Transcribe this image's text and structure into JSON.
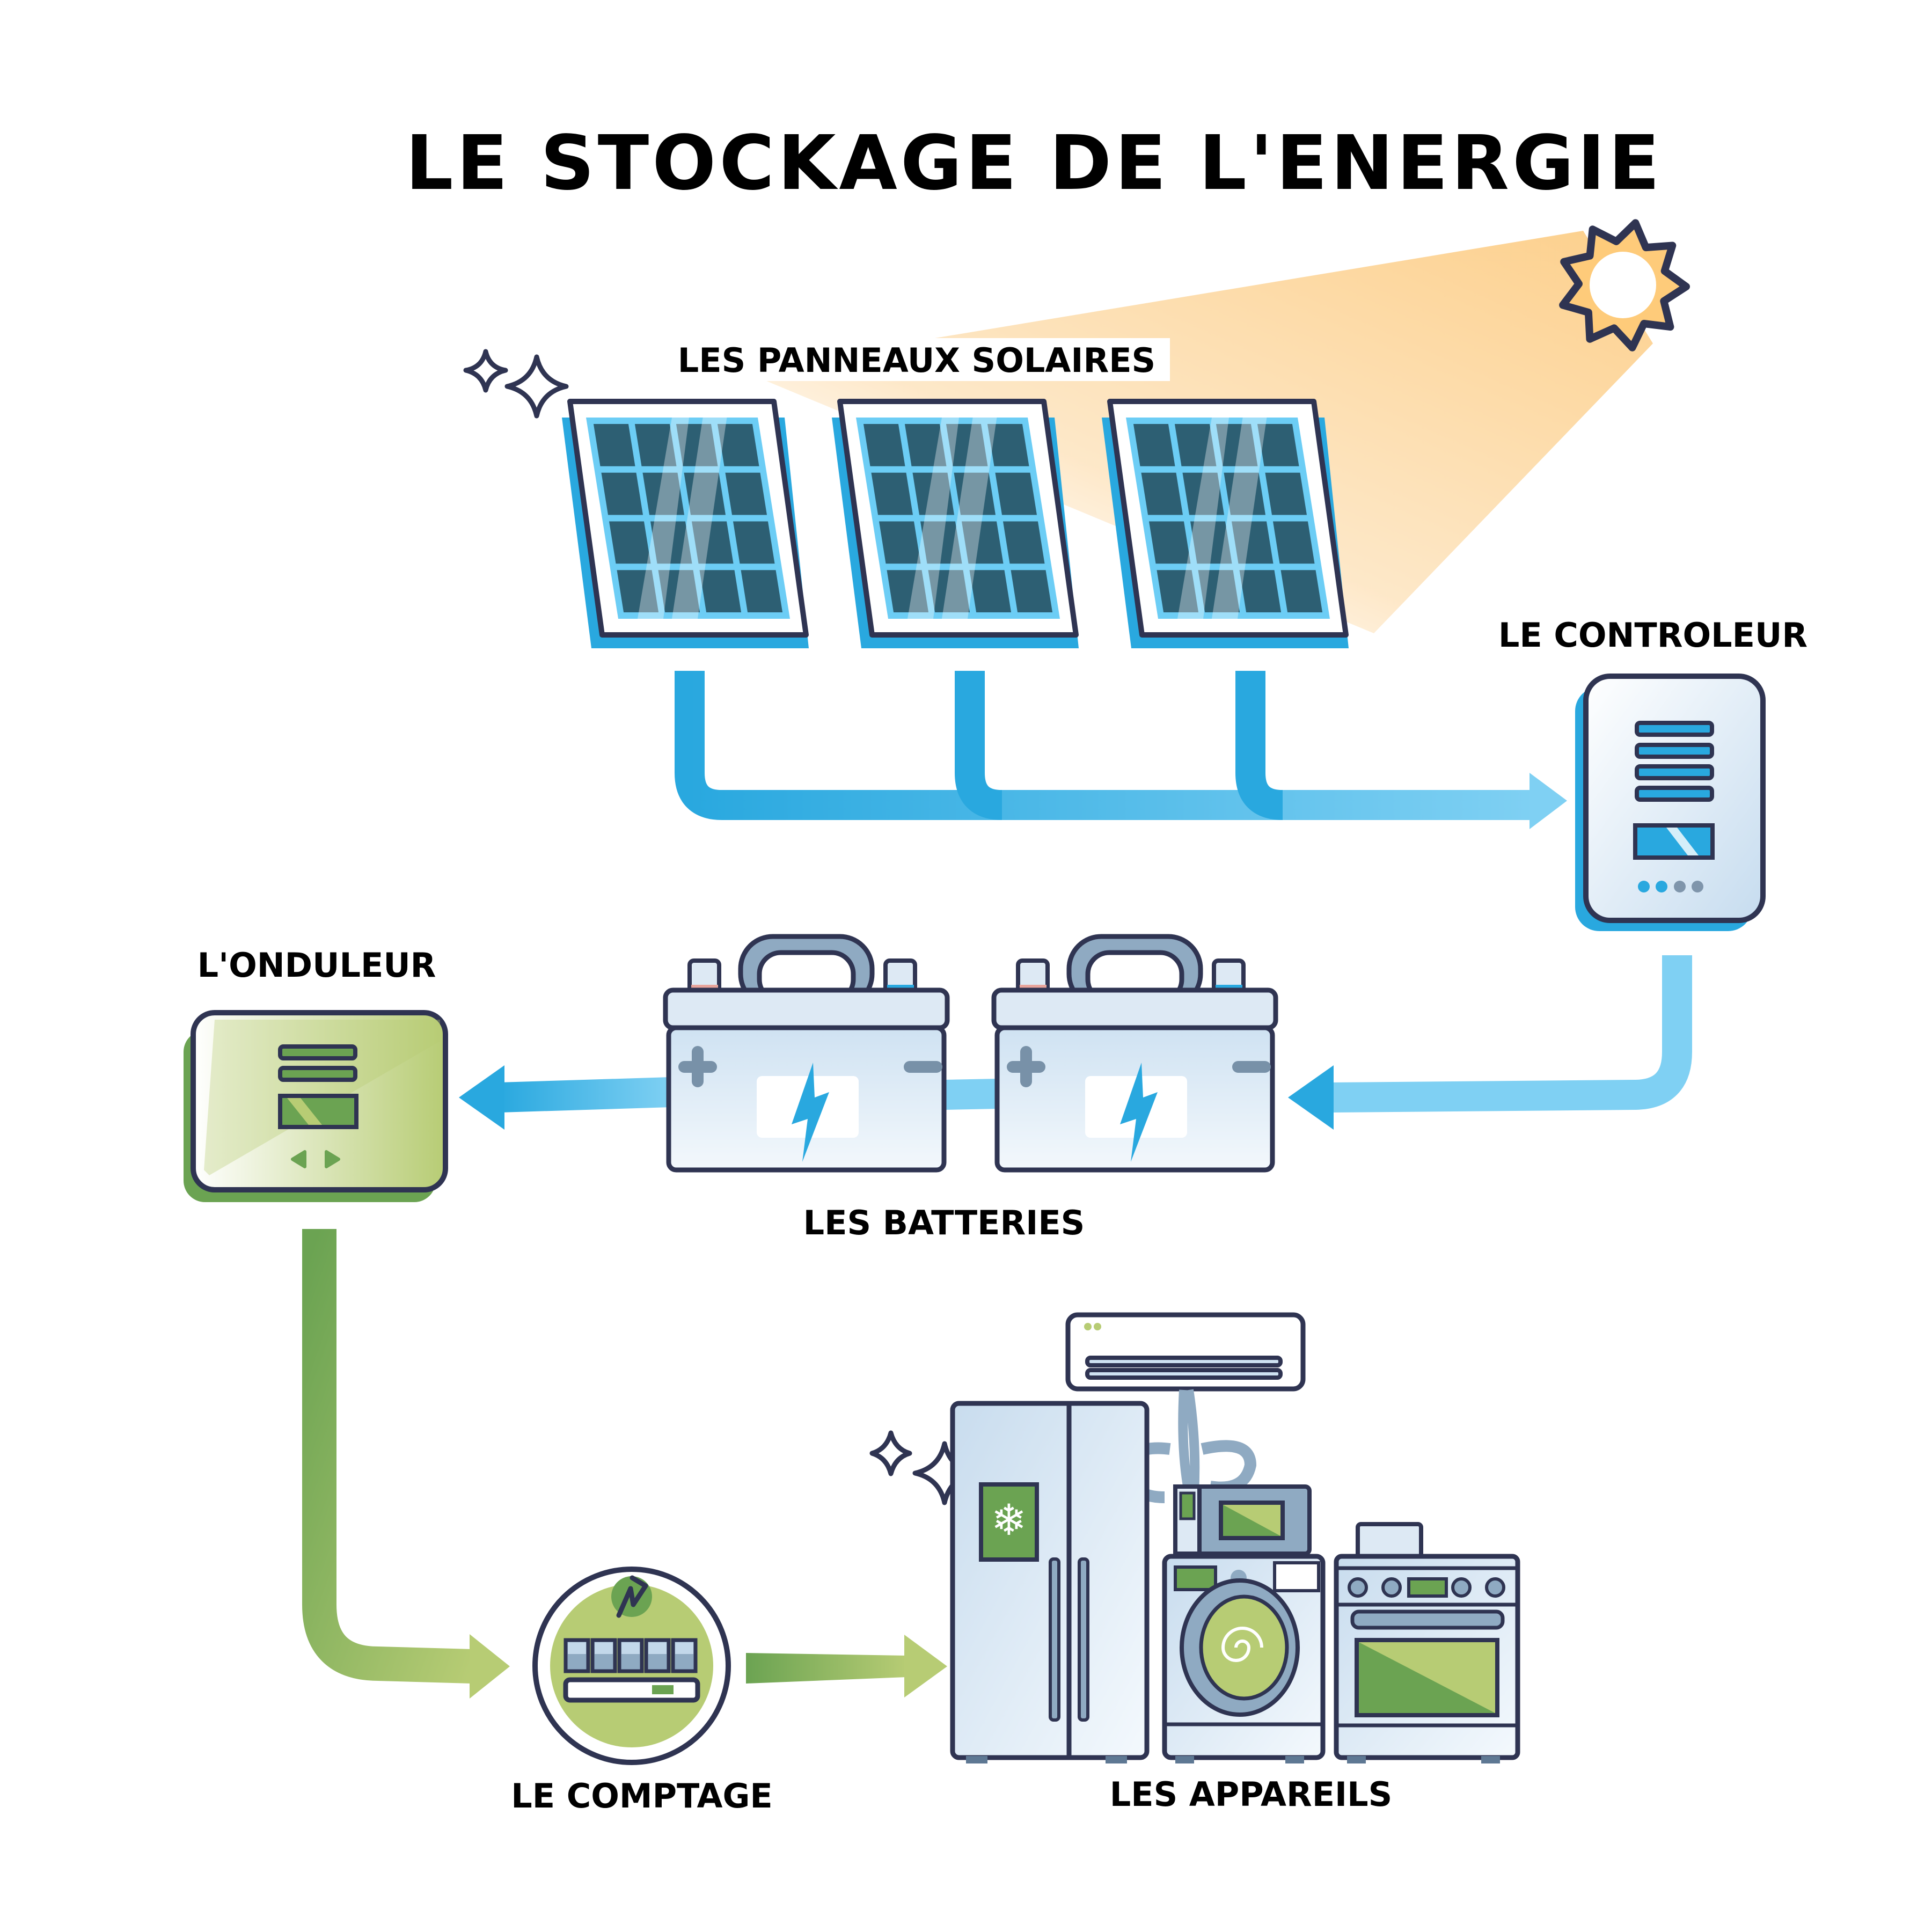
{
  "title": "LE STOCKAGE DE L'ENERGIE",
  "colors": {
    "outline": "#2f3452",
    "blue": "#29a8df",
    "light_blue": "#7fd0f3",
    "panel_cell": "#2d5f73",
    "green": "#6ba352",
    "light_green": "#b7cc74",
    "sun": "#fecb7a",
    "sun_ray": "#fde3b8",
    "appliance": "#d5e6f4",
    "grey_blue": "#8faac2"
  },
  "components": {
    "panels": {
      "label": "LES PANNEAUX SOLAIRES",
      "count": 3,
      "icon": "solar-panel-icon"
    },
    "controller": {
      "label": "LE CONTROLEUR",
      "icon": "charge-controller-icon"
    },
    "batteries": {
      "label": "LES BATTERIES",
      "count": 2,
      "icon": "battery-icon"
    },
    "inverter": {
      "label": "L'ONDULEUR",
      "icon": "inverter-icon"
    },
    "meter": {
      "label": "LE COMPTAGE",
      "icon": "energy-meter-icon"
    },
    "appliances": {
      "label": "LES APPAREILS",
      "items": [
        "refrigerator",
        "air-conditioner",
        "microwave",
        "washing-machine",
        "stove"
      ]
    }
  },
  "flow": [
    {
      "from": "panels",
      "to": "controller",
      "color": "blue"
    },
    {
      "from": "controller",
      "to": "batteries",
      "color": "blue"
    },
    {
      "from": "batteries",
      "to": "inverter",
      "color": "blue"
    },
    {
      "from": "inverter",
      "to": "meter",
      "color": "green"
    },
    {
      "from": "meter",
      "to": "appliances",
      "color": "green"
    }
  ]
}
